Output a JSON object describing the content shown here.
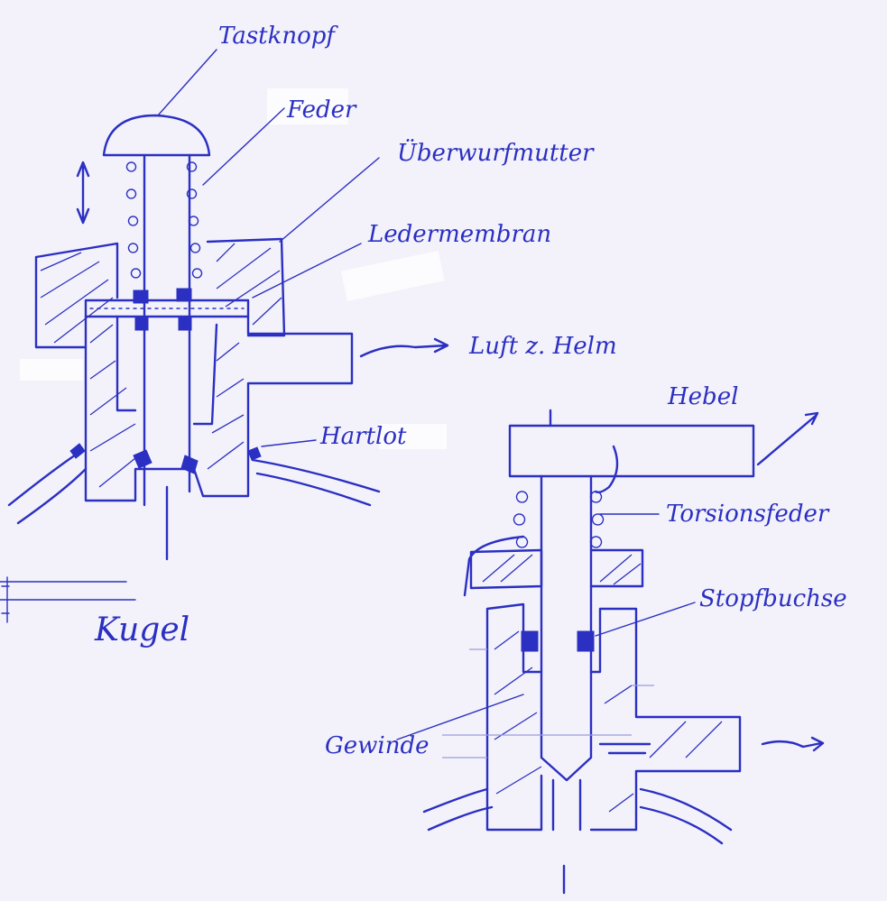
{
  "colors": {
    "ink": "#2b2fc2",
    "paper": "#f3f2fa"
  },
  "labels": {
    "tastknopf": "Tastknopf",
    "feder": "Feder",
    "ueberwurfmutter": "Überwurfmutter",
    "ledermembran": "Ledermembran",
    "luft_zum_helm": "Luft z. Helm",
    "hartlot": "Hartlot",
    "kugel": "Kugel",
    "hebel": "Hebel",
    "torsionsfeder": "Torsionsfeder",
    "stopfbuchse": "Stopfbuchse",
    "gewinde": "Gewinde"
  }
}
